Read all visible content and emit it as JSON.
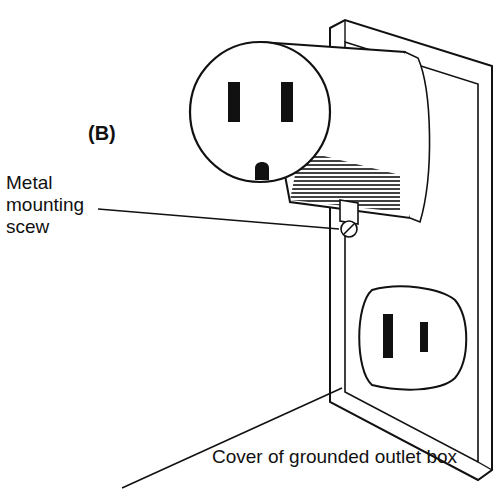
{
  "diagram": {
    "labels": [
      "(B)",
      "Metal mounting scew",
      "Cover of grounded outlet box"
    ]
  }
}
